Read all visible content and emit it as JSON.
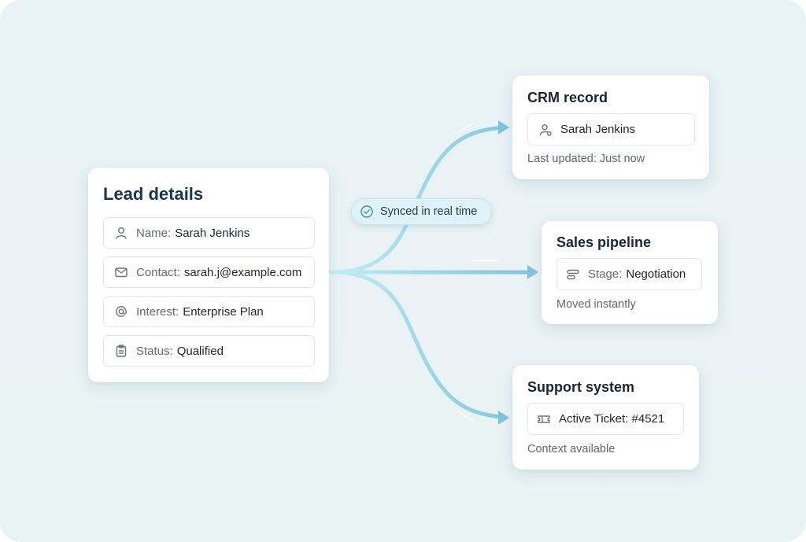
{
  "lead": {
    "title": "Lead details",
    "fields": [
      {
        "icon": "user-icon",
        "label": "Name:",
        "value": "Sarah Jenkins"
      },
      {
        "icon": "mail-icon",
        "label": "Contact:",
        "value": "sarah.j@example.com"
      },
      {
        "icon": "at-sign-icon",
        "label": "Interest:",
        "value": "Enterprise Plan"
      },
      {
        "icon": "clipboard-icon",
        "label": "Status:",
        "value": "Qualified"
      }
    ]
  },
  "sync_badge": {
    "icon": "check-circle-icon",
    "text": "Synced in real time"
  },
  "destinations": {
    "crm": {
      "title": "CRM record",
      "icon": "user-gear-icon",
      "value": "Sarah Jenkins",
      "note": "Last updated: Just now"
    },
    "sales": {
      "title": "Sales pipeline",
      "icon": "pipeline-icon",
      "label": "Stage:",
      "value": "Negotiation",
      "note": "Moved instantly"
    },
    "support": {
      "title": "Support system",
      "icon": "ticket-icon",
      "value": "Active Ticket: #4521",
      "note": "Context available"
    }
  },
  "colors": {
    "background": "#e9f2f6",
    "flow_light": "#b8ecf4",
    "flow_dark": "#7fc4dd",
    "title_dark": "#1a3550",
    "badge_bg": "#dff2f7"
  }
}
